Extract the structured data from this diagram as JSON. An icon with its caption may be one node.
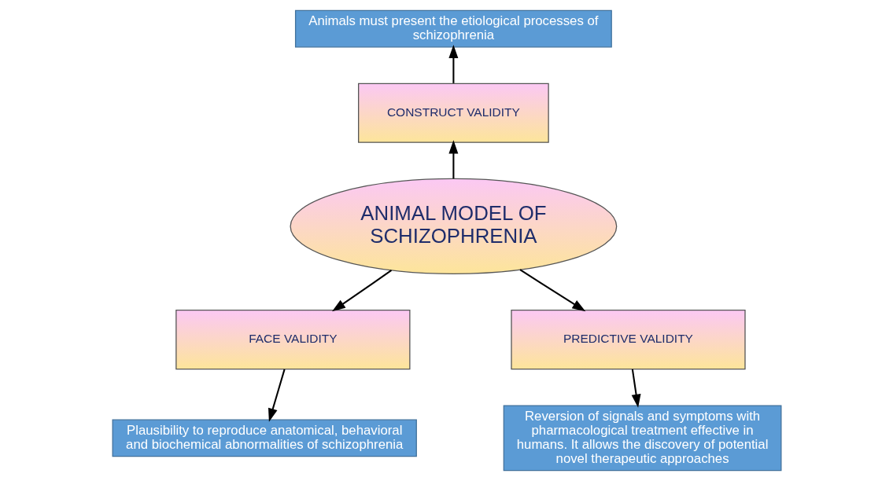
{
  "diagram": {
    "nodes": [
      {
        "text": [
          "ANIMAL MODEL OF SCHIZOPHRENIA"
        ]
      },
      {
        "text": [
          "CONSTRUCT VALIDITY"
        ]
      },
      {
        "text": [
          "Animals must present the etiological processes of schizophrenia"
        ]
      },
      {
        "text": [
          "FACE VALIDITY"
        ]
      },
      {
        "text": [
          "PREDICTIVE VALIDITY"
        ]
      },
      {
        "text": [
          "Plausibility to reproduce anatomical, behavioral and biochemical abnormalities of schizophrenia"
        ]
      },
      {
        "text": [
          "Reversion of signals and symptoms with pharmacological treatment effective in humans. It allows the discovery of potential novel therapeutic approaches"
        ]
      }
    ],
    "edges": [
      {
        "from": 0,
        "to": 1,
        "arrow": "to"
      },
      {
        "from": 1,
        "to": 2,
        "arrow": "to"
      },
      {
        "from": 0,
        "to": 3,
        "arrow": "to"
      },
      {
        "from": 0,
        "to": 4,
        "arrow": "to"
      },
      {
        "from": 3,
        "to": 5,
        "arrow": "to"
      },
      {
        "from": 4,
        "to": 6,
        "arrow": "to"
      }
    ]
  }
}
